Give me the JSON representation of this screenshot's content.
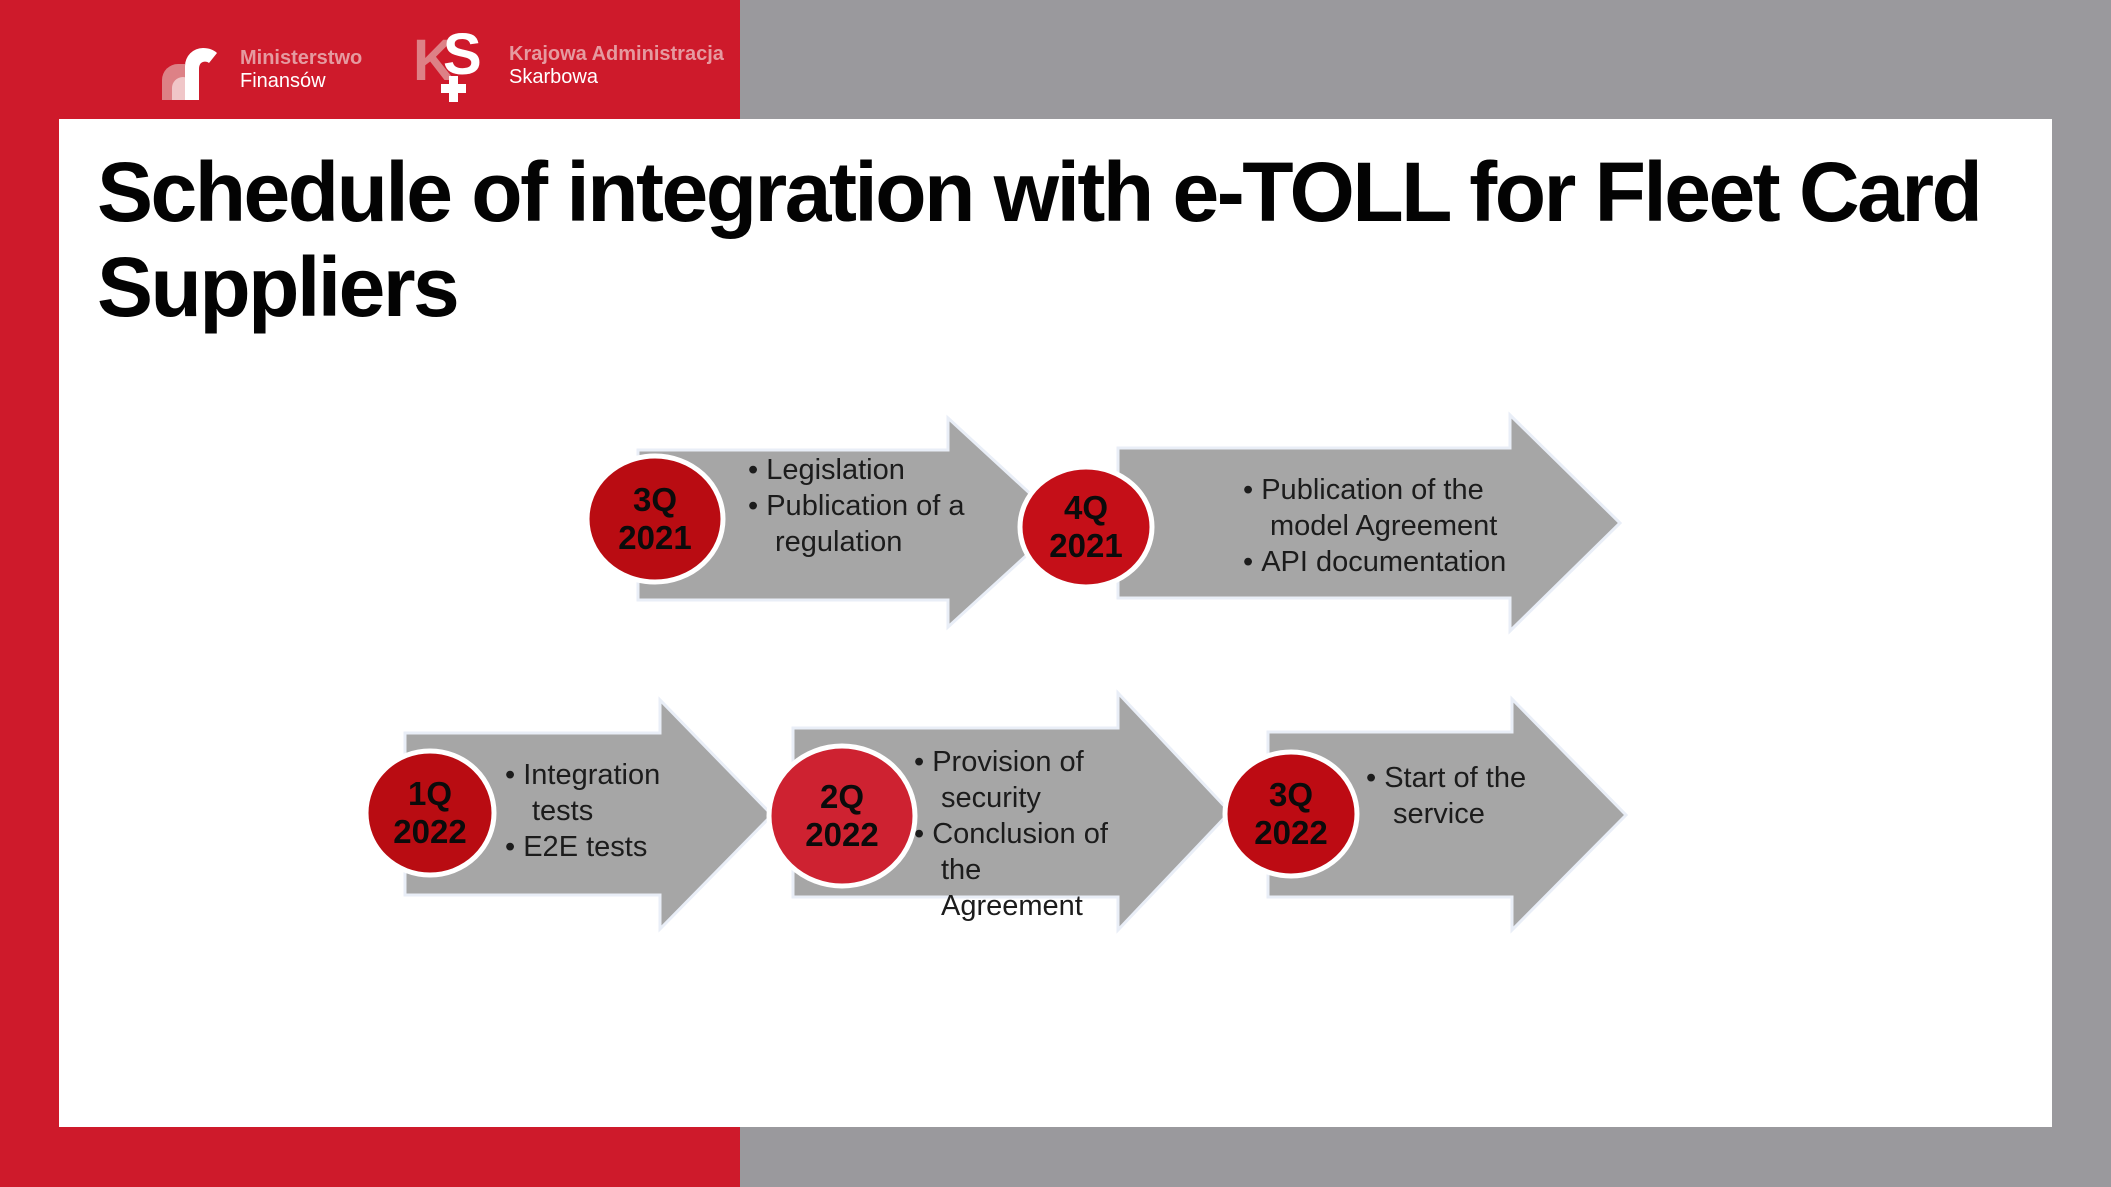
{
  "page": {
    "background_gray": "#9a999d",
    "accent_red": "#ce1a2b",
    "logo_pink": "#dd8186"
  },
  "logos": {
    "mf": {
      "line1": "Ministerstwo",
      "line2": "Finansów"
    },
    "kas": {
      "line1": "Krajowa Administracja",
      "line2": "Skarbowa"
    }
  },
  "slide": {
    "title": "Schedule of integration with e-TOLL for Fleet Card Suppliers"
  },
  "timeline": {
    "arrow_fill": "#a6a6a6",
    "arrow_outline": "#e9eef7",
    "rows": [
      {
        "steps": [
          {
            "quarter": "3Q",
            "year": "2021",
            "circle_color": "#b90c12",
            "bullets": [
              "Legislation",
              "Publication of a regulation"
            ]
          },
          {
            "quarter": "4Q",
            "year": "2021",
            "circle_color": "#c50f18",
            "bullets": [
              "Publication of the model Agreement",
              "API documentation"
            ]
          }
        ]
      },
      {
        "steps": [
          {
            "quarter": "1Q",
            "year": "2022",
            "circle_color": "#b90c12",
            "bullets": [
              "Integration tests",
              "E2E tests"
            ]
          },
          {
            "quarter": "2Q",
            "year": "2022",
            "circle_color": "#ce2231",
            "bullets": [
              "Provision of security",
              "Conclusion of the Agreement"
            ]
          },
          {
            "quarter": "3Q",
            "year": "2022",
            "circle_color": "#bd0b13",
            "bullets": [
              "Start of the service"
            ]
          }
        ]
      }
    ]
  }
}
